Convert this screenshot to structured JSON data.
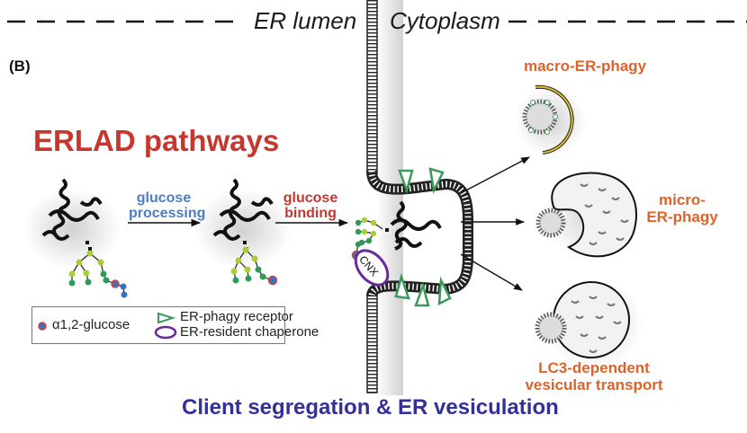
{
  "panel_label": "(B)",
  "regions": {
    "left": "ER lumen",
    "right": "Cytoplasm"
  },
  "title": "ERLAD pathways",
  "steps": [
    {
      "label_line1": "glucose",
      "label_line2": "processing",
      "color": "#4a7fc1"
    },
    {
      "label_line1": "glucose",
      "label_line2": "binding",
      "color": "#c8372d"
    }
  ],
  "chaperone_label": "CNX",
  "outcomes": [
    {
      "line1": "macro-ER-phagy",
      "line2": ""
    },
    {
      "line1": "micro-",
      "line2": "ER-phagy"
    },
    {
      "line1": "LC3-dependent",
      "line2": "vesicular transport"
    }
  ],
  "legend": {
    "items": [
      {
        "icon": "glucose-dot-icon",
        "label": "α1,2-glucose"
      },
      {
        "icon": "receptor-trapezoid-icon",
        "label": "ER-phagy receptor"
      },
      {
        "icon": "chaperone-ellipse-icon",
        "label": "ER-resident chaperone"
      }
    ]
  },
  "bottom_caption": "Client segregation & ER vesiculation",
  "colors": {
    "title_red": "#c8372d",
    "processing_blue": "#4a7fc1",
    "outcome_orange": "#e0622b",
    "caption_indigo": "#34309a",
    "receptor_green": "#3a9a5a",
    "chaperone_purple": "#6a2a9a",
    "glucose_blue": "#3f6fbf",
    "glucose_ring_red": "#d0453a",
    "mannose_light_green": "#a6cf3a",
    "mannose_green": "#2e9a5a",
    "autophagosome_yellow": "#d8c030"
  }
}
